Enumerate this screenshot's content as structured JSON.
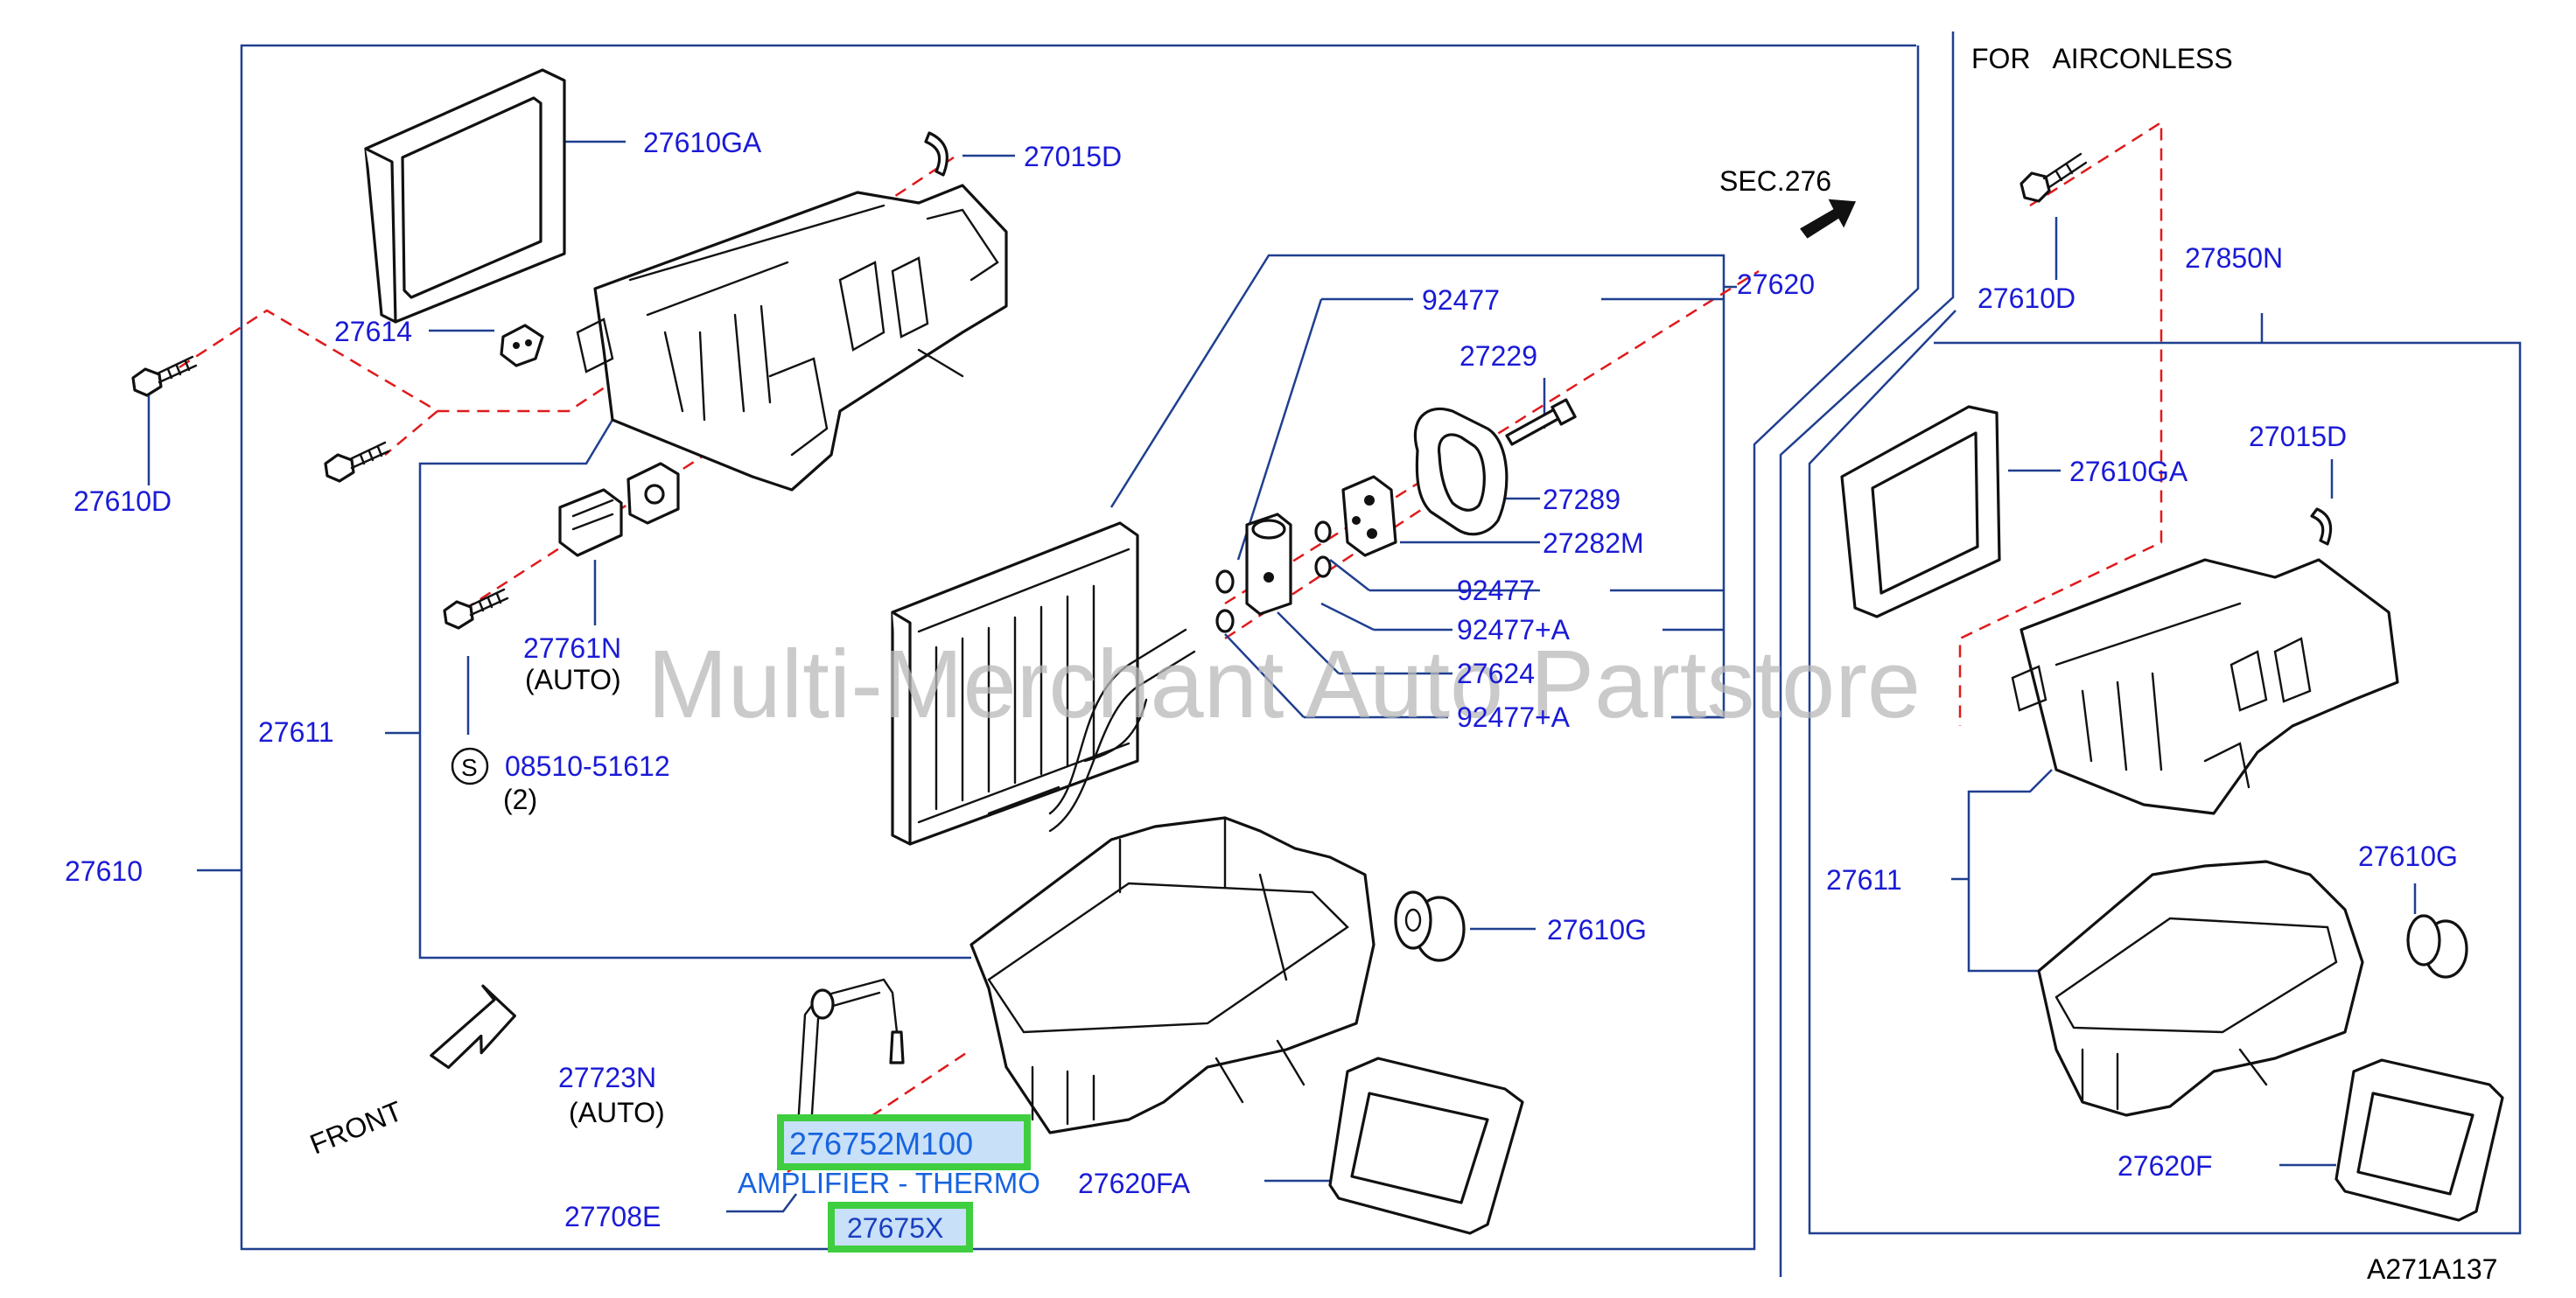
{
  "diagram": {
    "watermark": "Multi-Merchant Auto Partstore",
    "figure_code": "A271A137",
    "right_panel_title": "FOR   AIRCONLESS",
    "section_ref": "SEC.276",
    "front_label": "FRONT",
    "fastener_symbol": "S",
    "left_labels": {
      "p27610GA": "27610GA",
      "p27015D": "27015D",
      "p27614": "27614",
      "p27610D": "27610D",
      "p27620": "27620",
      "p92477_top": "92477",
      "p27229": "27229",
      "p27289": "27289",
      "p27282M": "27282M",
      "p92477_mid": "92477",
      "p92477A_1": "92477+A",
      "p27624": "27624",
      "p92477A_2": "92477+A",
      "p27761N": "27761N",
      "auto_1": "(AUTO)",
      "p27611": "27611",
      "p08510": "08510-51612",
      "qty_2": "(2)",
      "p27610": "27610",
      "p27610G": "27610G",
      "p27723N": "27723N",
      "auto_2": "(AUTO)",
      "p27708E": "27708E",
      "p27620FA": "27620FA"
    },
    "callouts": {
      "part_number_1": "276752M100",
      "amplifier": "AMPLIFIER - THERMO",
      "part_number_2": "27675X"
    },
    "right_labels": {
      "p27610D": "27610D",
      "p27850N": "27850N",
      "p27610GA": "27610GA",
      "p27015D": "27015D",
      "p27611": "27611",
      "p27610G": "27610G",
      "p27620F": "27620F"
    },
    "colors": {
      "part_label": "#1a1ad6",
      "callout_text": "#1764e0",
      "highlight_border": "#3fce3f",
      "highlight_fill": "#c8e0f8",
      "dashed_line": "#e0191b",
      "frame_line": "#1f3f8f"
    }
  }
}
